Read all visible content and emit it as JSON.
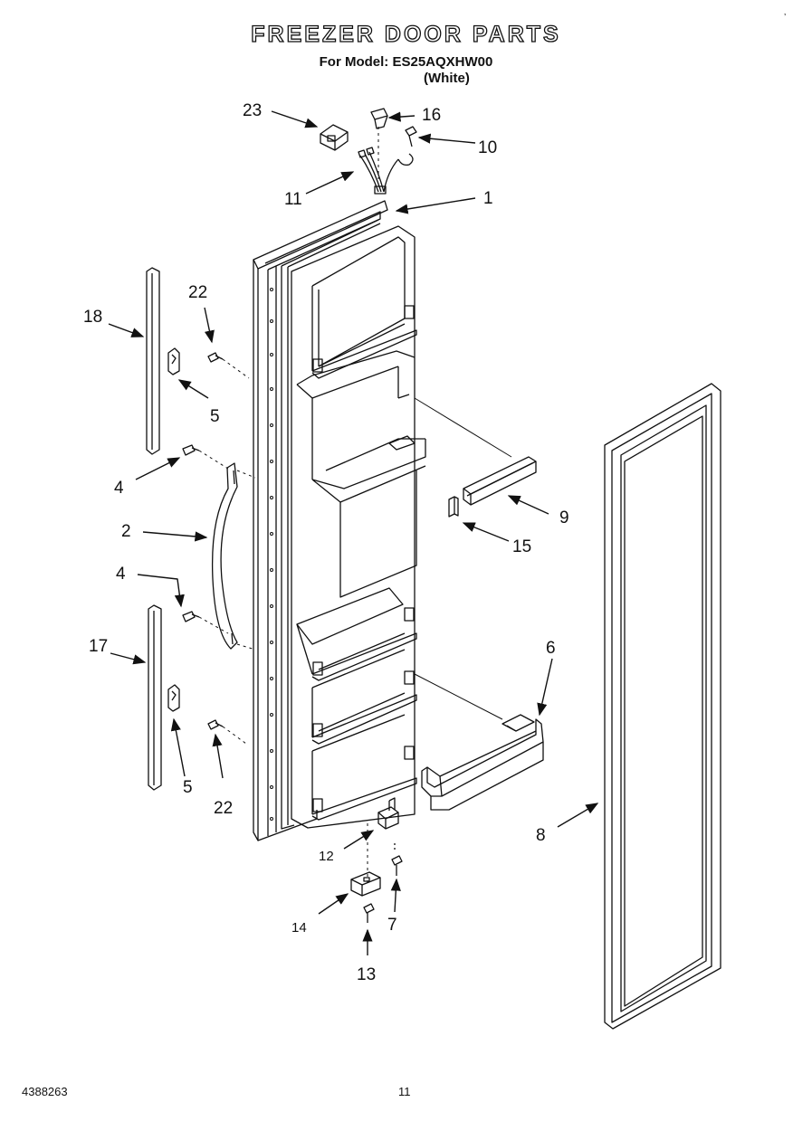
{
  "header": {
    "title": "FREEZER DOOR PARTS",
    "model_line": "For Model: ES25AQXHW00",
    "color_line": "(White)"
  },
  "callouts": {
    "c1": "1",
    "c2": "2",
    "c4a": "4",
    "c4b": "4",
    "c5a": "5",
    "c5b": "5",
    "c6": "6",
    "c7": "7",
    "c8": "8",
    "c9": "9",
    "c10": "10",
    "c11": "11",
    "c12": "12",
    "c13": "13",
    "c14": "14",
    "c15": "15",
    "c16": "16",
    "c17": "17",
    "c18": "18",
    "c22a": "22",
    "c22b": "22",
    "c23": "23"
  },
  "footer": {
    "doc_number": "4388263",
    "page_number": "11"
  }
}
